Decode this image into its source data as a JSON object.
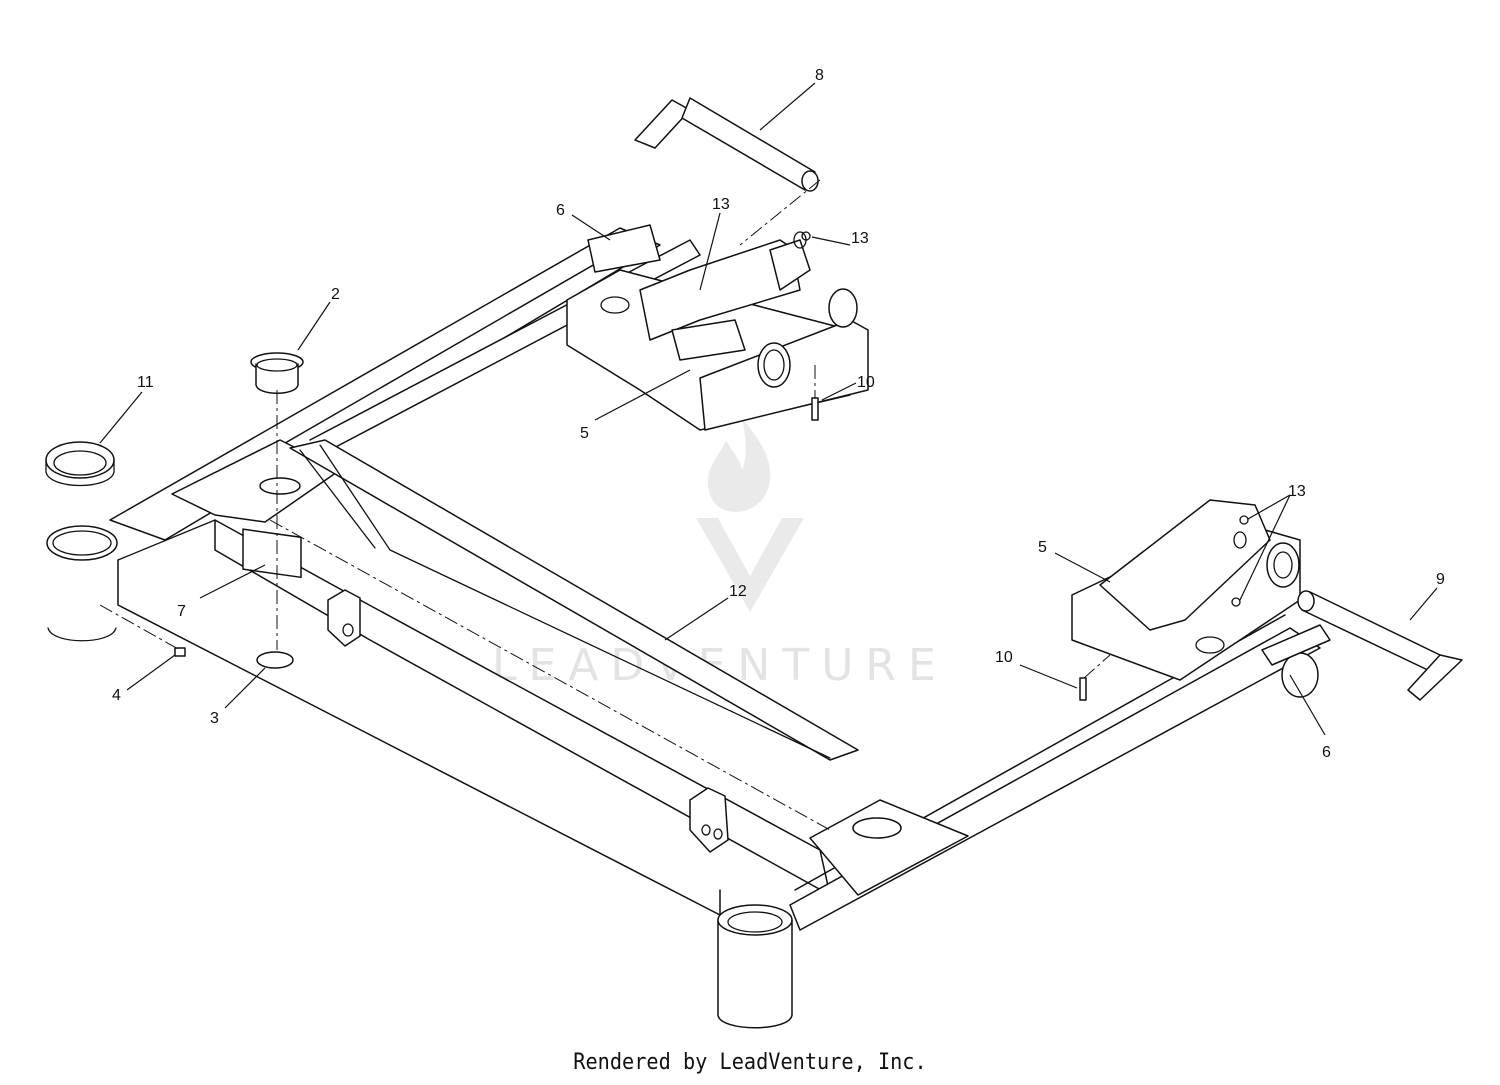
{
  "diagram": {
    "callouts": [
      {
        "id": "c8",
        "label": "8"
      },
      {
        "id": "c6a",
        "label": "6"
      },
      {
        "id": "c13a",
        "label": "13"
      },
      {
        "id": "c13b",
        "label": "13"
      },
      {
        "id": "c2",
        "label": "2"
      },
      {
        "id": "c11",
        "label": "11"
      },
      {
        "id": "c10a",
        "label": "10"
      },
      {
        "id": "c5a",
        "label": "5"
      },
      {
        "id": "c13c",
        "label": "13"
      },
      {
        "id": "c5b",
        "label": "5"
      },
      {
        "id": "c9",
        "label": "9"
      },
      {
        "id": "c7",
        "label": "7"
      },
      {
        "id": "c12",
        "label": "12"
      },
      {
        "id": "c10b",
        "label": "10"
      },
      {
        "id": "c4",
        "label": "4"
      },
      {
        "id": "c3",
        "label": "3"
      },
      {
        "id": "c6b",
        "label": "6"
      }
    ],
    "watermark": "LEADVENTURE"
  },
  "footer": {
    "credit": "Rendered by LeadVenture, Inc."
  }
}
